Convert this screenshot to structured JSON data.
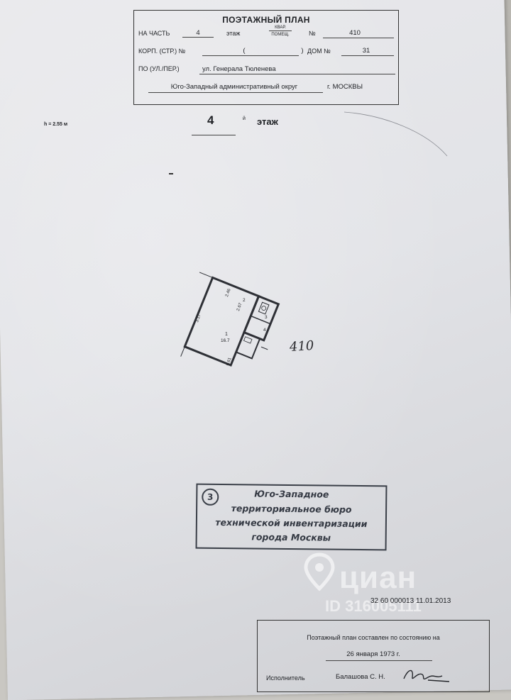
{
  "header": {
    "title": "ПОЭТАЖНЫЙ ПЛАН",
    "part_label": "НА ЧАСТЬ",
    "floor_value": "4",
    "floor_label": "этаж",
    "kvar_label": "КВАР.",
    "pomesch_label": "ПОМЕЩ.",
    "number_sign": "№",
    "apartment_number": "410",
    "korp_label": "КОРП. (СТР.) №",
    "korp_paren": "(",
    "korp_paren_close": ")",
    "dom_label": "ДОМ №",
    "dom_value": "31",
    "street_label": "ПО (УЛ./ПЕР.)",
    "street_value": "ул. Генерала Тюленева",
    "district_value": "Юго-Западный административный округ",
    "city_value": "г. МОСКВЫ"
  },
  "ceiling_height": "h = 2.55 м",
  "floor_heading": {
    "number": "4",
    "suffix": "й",
    "word": "этаж"
  },
  "plan": {
    "handwritten_number": "410",
    "rooms": [
      {
        "num": "1",
        "area": "16.7"
      },
      {
        "num": "2",
        "area": ""
      },
      {
        "num": "3",
        "area": ""
      },
      {
        "num": "4",
        "area": ""
      }
    ],
    "dimensions": [
      "3.17",
      "2.46",
      "2.67",
      "6.61"
    ]
  },
  "stamp": {
    "circle_number": "3",
    "lines": [
      "Юго-Западное",
      "территориальное бюро",
      "технической инвентаризации",
      "города Москвы"
    ]
  },
  "watermark": {
    "brand": "циан",
    "id_text": "ID 316005111"
  },
  "registration": "32 60 000013  11.01.2013",
  "footer": {
    "line1": "Поэтажный план составлен по состоянию на",
    "date": "26 января 1973 г.",
    "performer_label": "Исполнитель",
    "performer_name": "Балашова С. Н."
  }
}
